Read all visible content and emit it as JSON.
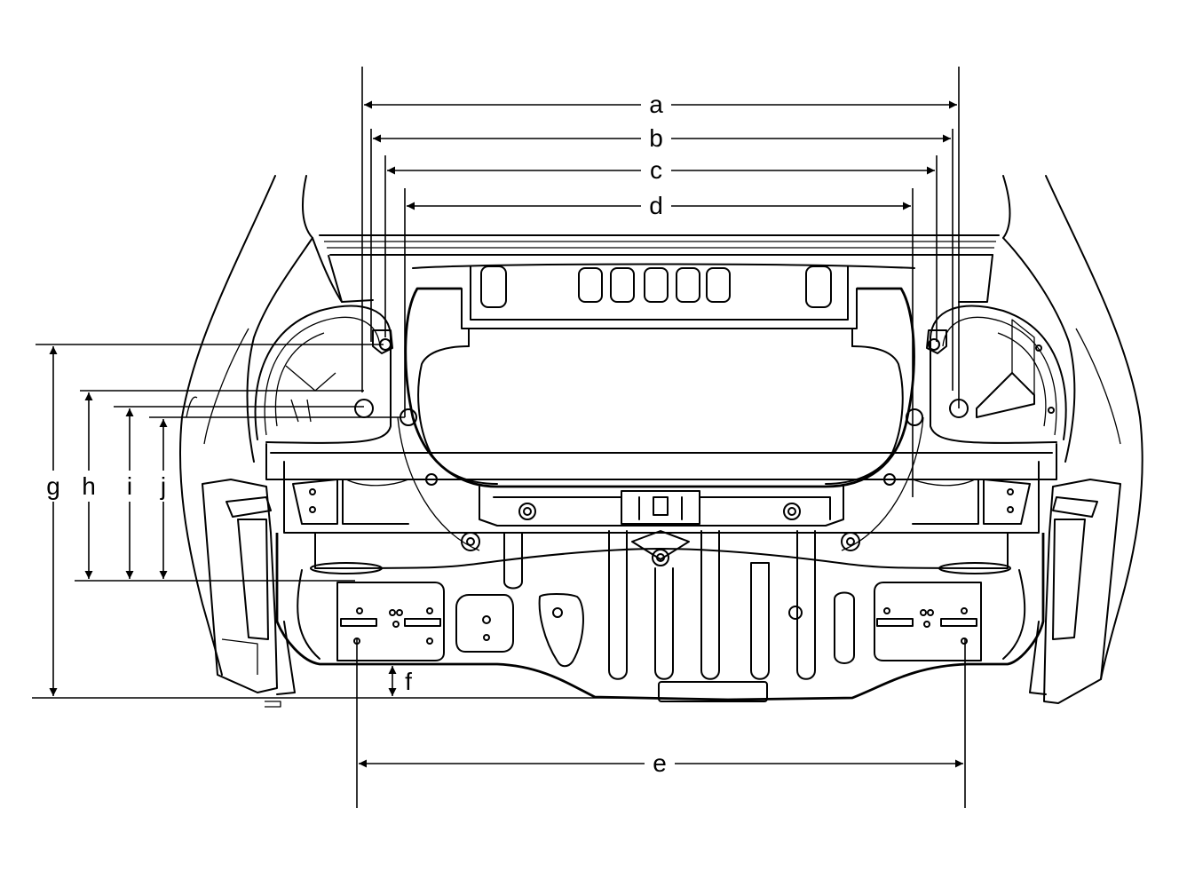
{
  "dimensions": {
    "a": "a",
    "b": "b",
    "c": "c",
    "d": "d",
    "e": "e",
    "f": "f",
    "g": "g",
    "h": "h",
    "i": "i",
    "j": "j"
  },
  "colors": {
    "line": "#000000",
    "background": "#ffffff"
  }
}
